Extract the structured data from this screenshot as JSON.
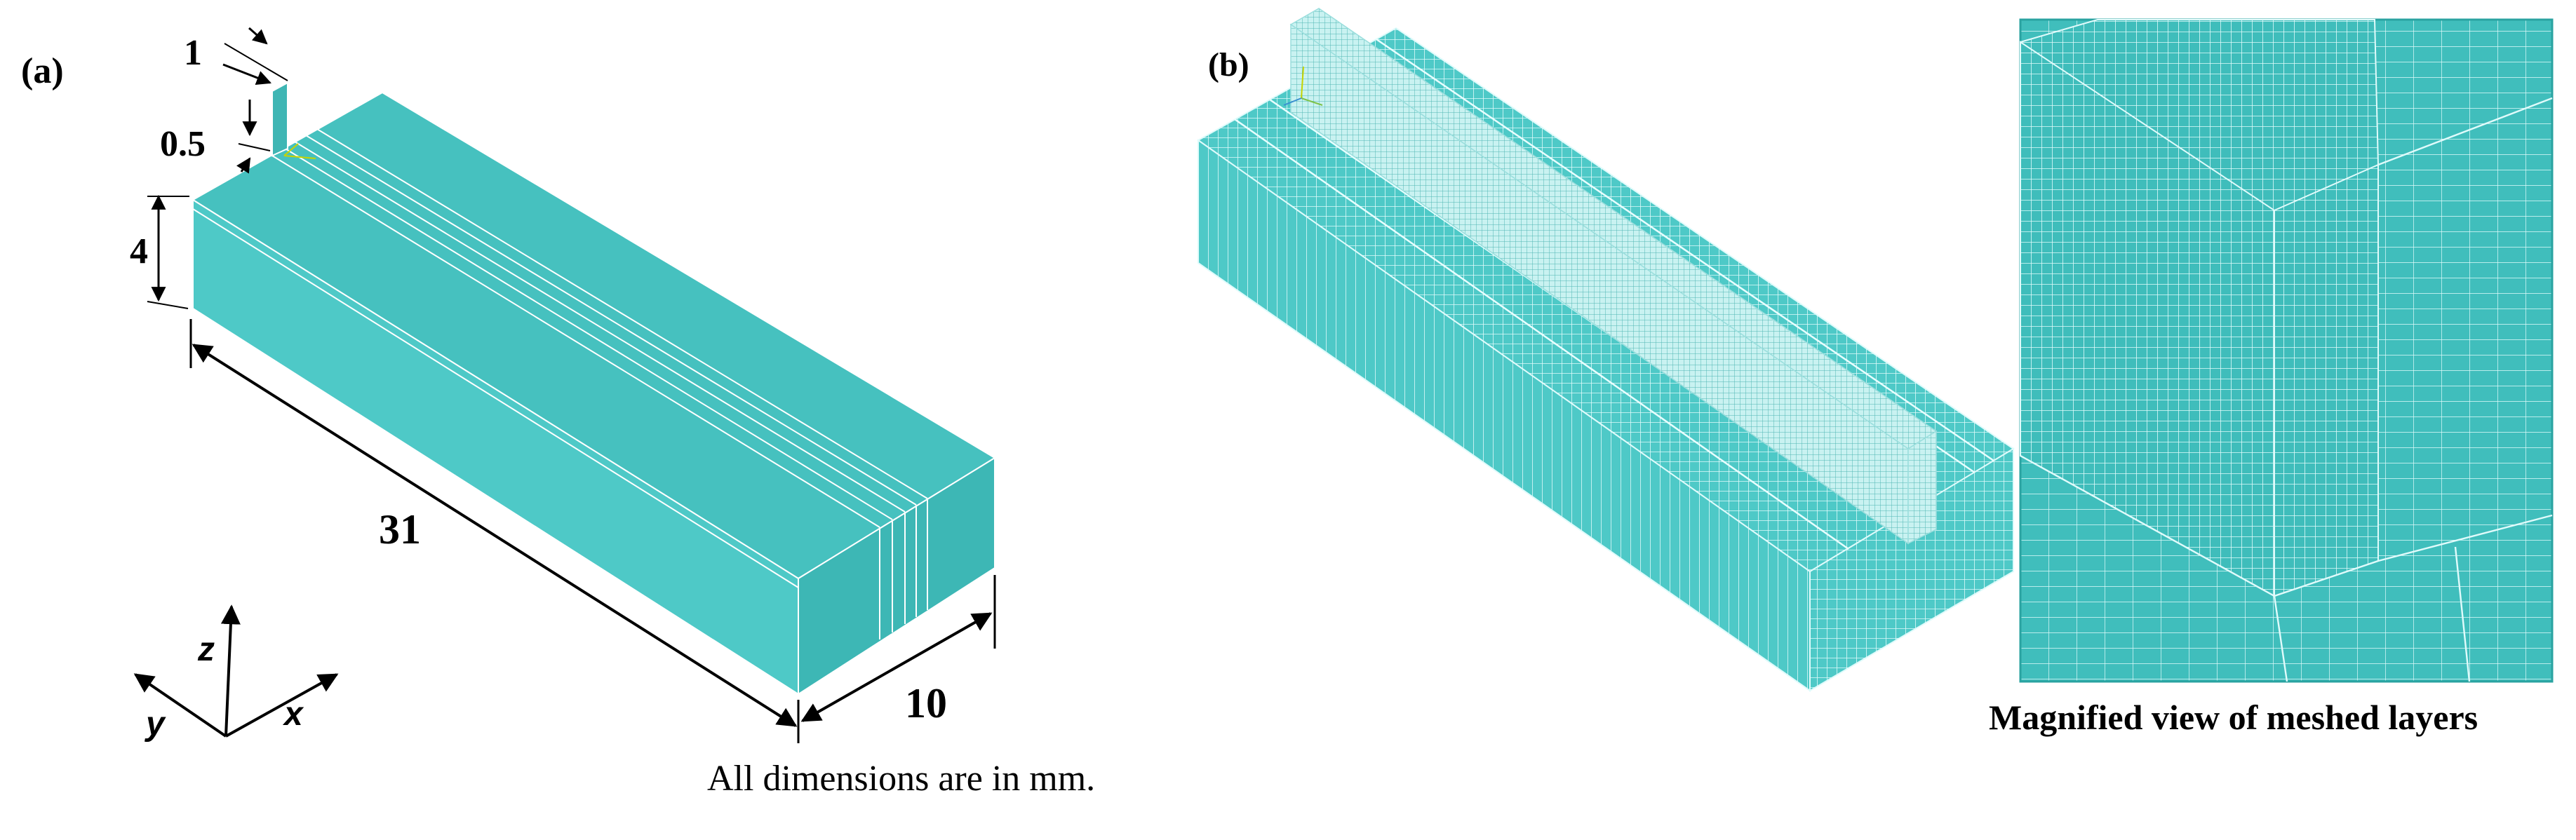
{
  "panel_a": {
    "label": "(a)",
    "dims": {
      "d1": "1",
      "d05": "0.5",
      "d4": "4",
      "d31": "31",
      "d10": "10"
    },
    "axes": {
      "z": "z",
      "y": "y",
      "x": "x"
    },
    "note": "All dimensions are in mm."
  },
  "panel_b": {
    "label": "(b)",
    "caption": "Magnified view of meshed layers"
  },
  "colors": {
    "cyan_front": "#4ec9c7",
    "cyan_top": "#46c1bf",
    "cyan_side": "#3db7b5",
    "mesh_line": "#e8ffff"
  }
}
